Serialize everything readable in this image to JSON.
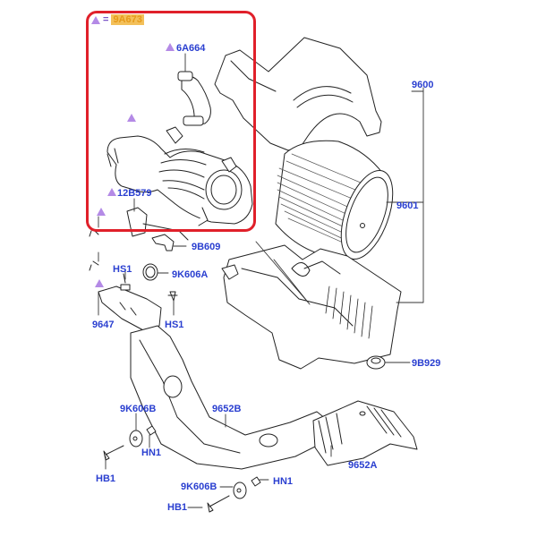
{
  "diagram": {
    "type": "exploded parts diagram",
    "subject": "air cleaner assembly and intake ducting",
    "highlight": {
      "legend_symbol": "purple-triangle",
      "legend_equals": "=",
      "legend_code": "9A673",
      "border_color": "#e0202a",
      "code_highlight_color": "#f3c05a"
    },
    "label_color": "#2a3fd0",
    "marker_color": "#b48ae6",
    "callouts": [
      {
        "id": "6A664",
        "text": "6A664",
        "marked": true
      },
      {
        "id": "12B579",
        "text": "12B579",
        "marked": true
      },
      {
        "id": "9600",
        "text": "9600"
      },
      {
        "id": "9601",
        "text": "9601"
      },
      {
        "id": "9B609",
        "text": "9B609"
      },
      {
        "id": "HS1a",
        "text": "HS1"
      },
      {
        "id": "9K606A",
        "text": "9K606A"
      },
      {
        "id": "9647",
        "text": "9647"
      },
      {
        "id": "HS1b",
        "text": "HS1"
      },
      {
        "id": "9B929",
        "text": "9B929"
      },
      {
        "id": "9K606Ba",
        "text": "9K606B"
      },
      {
        "id": "9652B",
        "text": "9652B"
      },
      {
        "id": "HN1a",
        "text": "HN1"
      },
      {
        "id": "HB1a",
        "text": "HB1"
      },
      {
        "id": "9652A",
        "text": "9652A"
      },
      {
        "id": "9K606Bb",
        "text": "9K606B"
      },
      {
        "id": "HN1b",
        "text": "HN1"
      },
      {
        "id": "HB1b",
        "text": "HB1"
      }
    ]
  }
}
